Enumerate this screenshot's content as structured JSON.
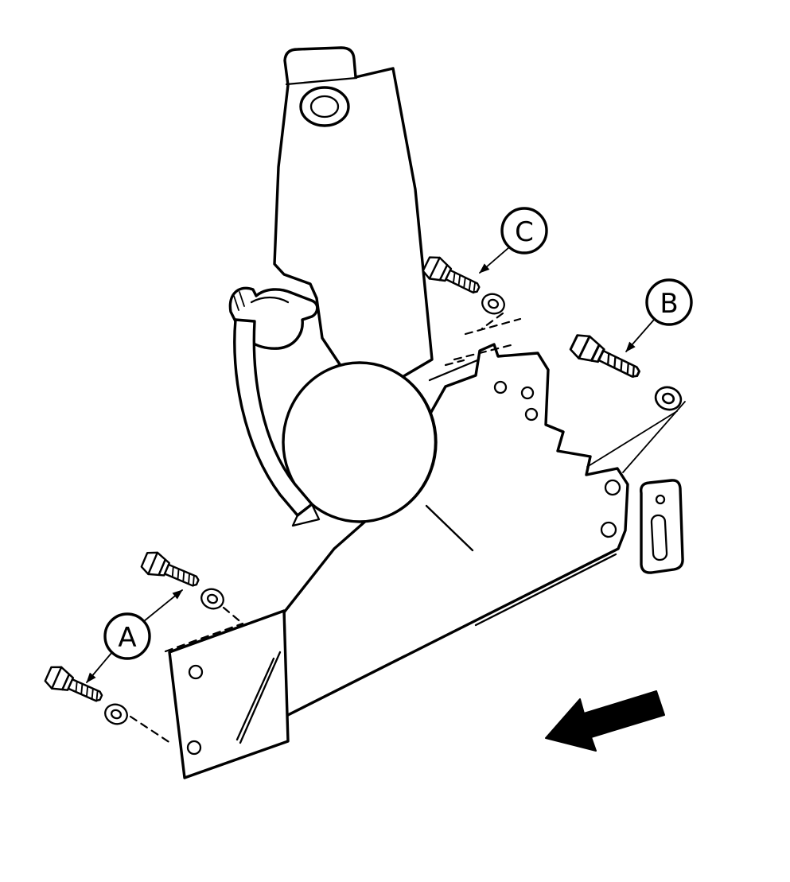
{
  "figure": {
    "callouts": [
      {
        "label": "A"
      },
      {
        "label": "B"
      },
      {
        "label": "C"
      }
    ],
    "direction_arrow": {
      "direction": "left"
    },
    "colors": {
      "line": "#000000",
      "background": "#ffffff"
    }
  }
}
